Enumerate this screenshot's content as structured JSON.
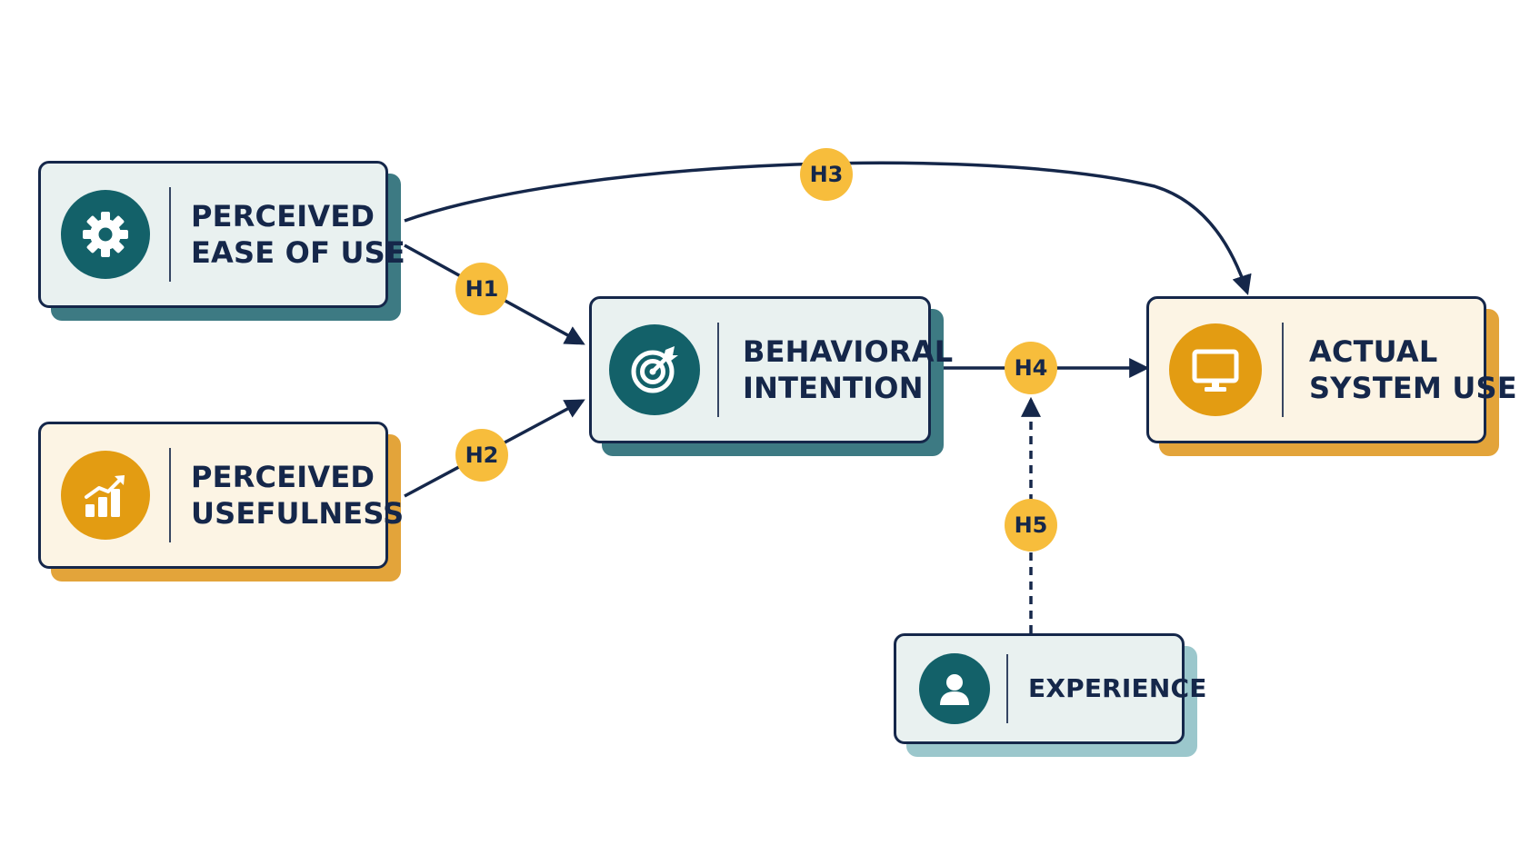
{
  "nodes": {
    "peou": {
      "lines": [
        "PERCEIVED",
        "EASE OF USE"
      ],
      "icon": "gear-icon"
    },
    "pu": {
      "lines": [
        "PERCEIVED",
        "USEFULNESS"
      ],
      "icon": "growth-chart-icon"
    },
    "bi": {
      "lines": [
        "BEHAVIORAL",
        "INTENTION"
      ],
      "icon": "target-arrow-icon"
    },
    "asu": {
      "lines": [
        "ACTUAL",
        "SYSTEM USE"
      ],
      "icon": "monitor-icon"
    },
    "exp": {
      "lines": [
        "EXPERIENCE"
      ],
      "icon": "person-icon"
    }
  },
  "hypotheses": {
    "h1": "H1",
    "h2": "H2",
    "h3": "H3",
    "h4": "H4",
    "h5": "H5"
  },
  "colors": {
    "navy": "#15274a",
    "teal": "#136169",
    "gold": "#e39c12",
    "badge": "#f7bd3c"
  }
}
